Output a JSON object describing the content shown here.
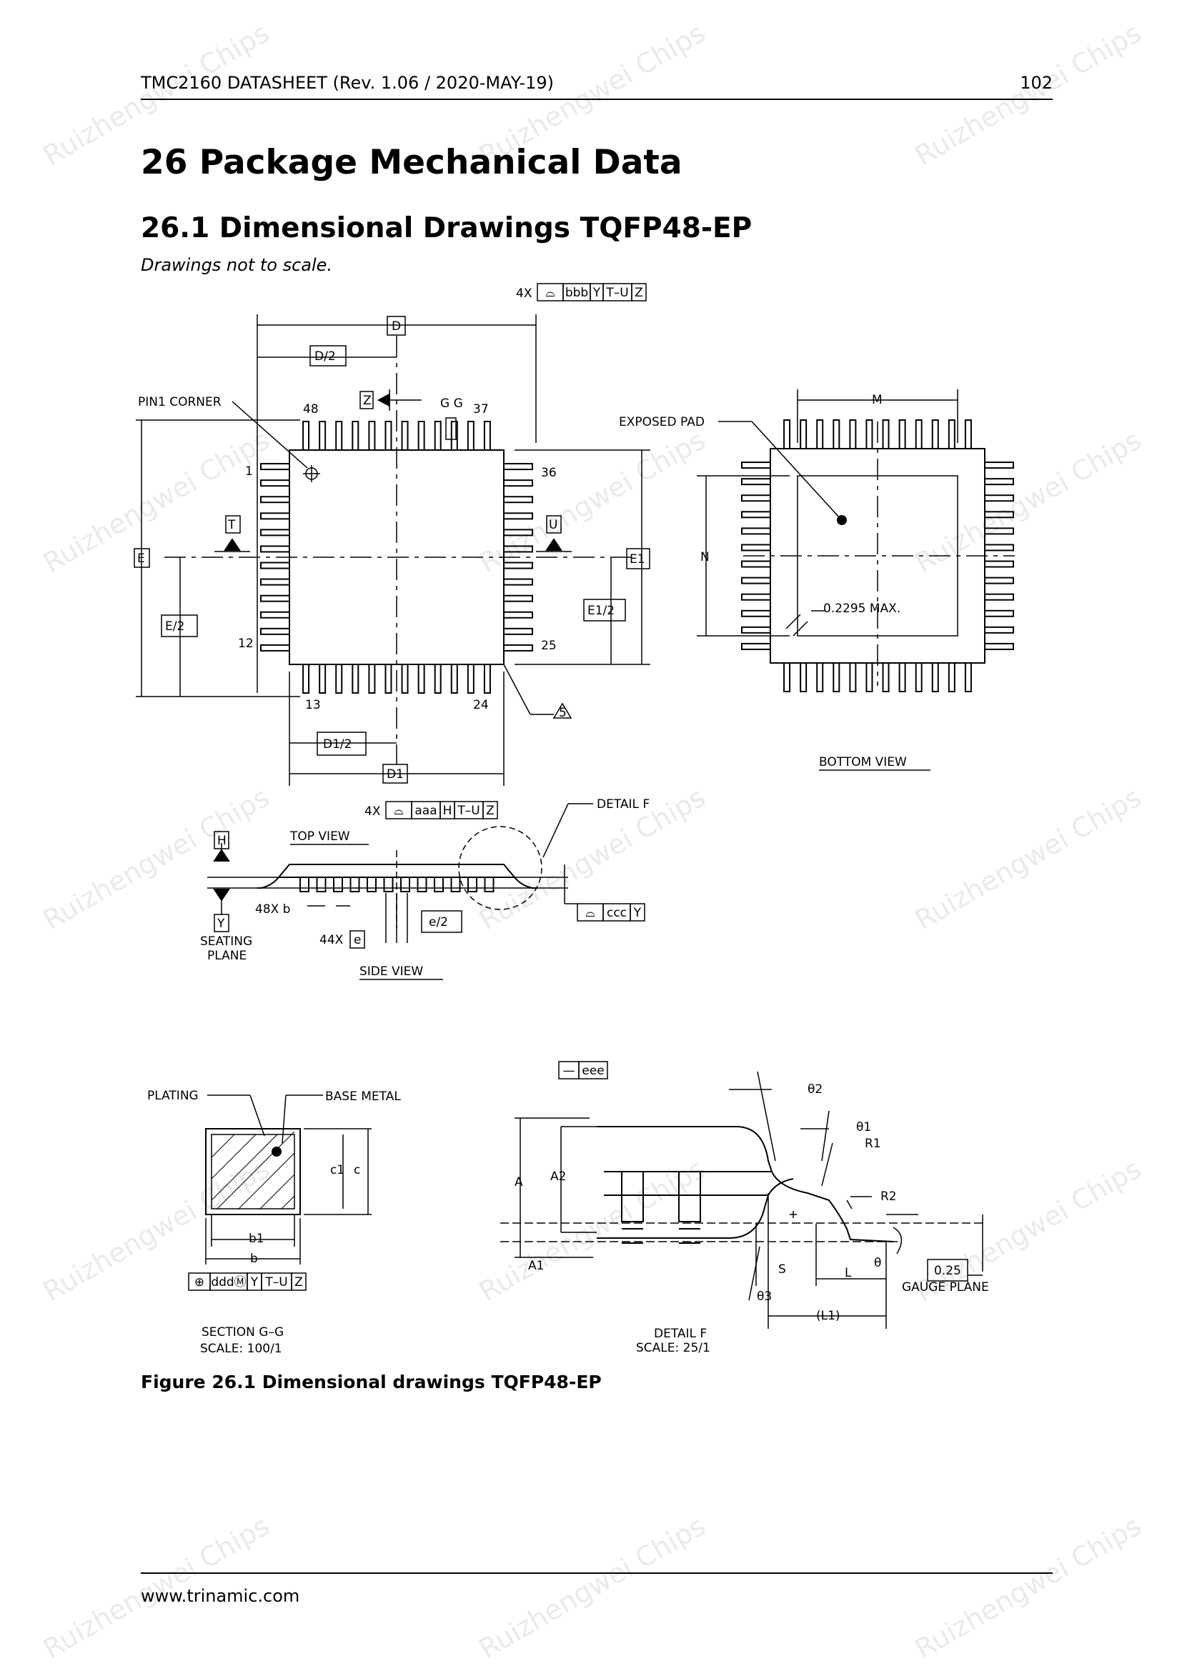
{
  "header": {
    "doc_title": "TMC2160 DATASHEET (Rev. 1.06 / 2020-MAY-19)",
    "page_number": "102"
  },
  "section": {
    "title": "26  Package Mechanical Data"
  },
  "subsection": {
    "title": "26.1 Dimensional Drawings TQFP48-EP",
    "note": "Drawings not to scale."
  },
  "drawing": {
    "top_view": "TOP VIEW",
    "bottom_view": "BOTTOM VIEW",
    "side_view": "SIDE VIEW",
    "section_gg": "SECTION G–G",
    "section_gg_scale": "SCALE: 100/1",
    "detail_f": "DETAIL F",
    "detail_f_scale": "SCALE: 25/1",
    "detail_f_callout": "DETAIL F",
    "pin1_corner": "PIN1 CORNER",
    "exposed_pad": "EXPOSED PAD",
    "max_note": "0.2295 MAX.",
    "seating_plane_1": "SEATING",
    "seating_plane_2": "PLANE",
    "plating": "PLATING",
    "base_metal": "BASE METAL",
    "gauge_plane": "GAUGE PLANE",
    "gauge_value": "0.25",
    "pins": {
      "p1": "1",
      "p12": "12",
      "p13": "13",
      "p24": "24",
      "p25": "25",
      "p36": "36",
      "p37": "37",
      "p48": "48"
    },
    "dims": {
      "D": "D",
      "D2": "D/2",
      "D1": "D1",
      "D12": "D1/2",
      "E": "E",
      "E2": "E/2",
      "E1": "E1",
      "E12": "E1/2",
      "M": "M",
      "N": "N",
      "Z": "Z",
      "GG": "G G",
      "T": "T",
      "U": "U",
      "H": "H",
      "Y": "Y",
      "b48": "48X  b",
      "e44": "44X",
      "e": "e",
      "e2": "e/2",
      "c1": "c1",
      "c": "c",
      "b1": "b1",
      "b": "b",
      "A": "A",
      "A1": "A1",
      "A2": "A2",
      "S": "S",
      "L": "L",
      "L1": "(L1)",
      "R1": "R1",
      "R2": "R2",
      "theta": "θ",
      "theta1": "θ1",
      "theta2": "θ2",
      "theta3": "θ3",
      "five": "5"
    },
    "frames": {
      "bbb": {
        "qty": "4X",
        "cells": [
          "⌓",
          "bbb",
          "Y",
          "T–U",
          "Z"
        ]
      },
      "aaa": {
        "qty": "4X",
        "cells": [
          "⌓",
          "aaa",
          "H",
          "T–U",
          "Z"
        ]
      },
      "ccc": {
        "qty": "",
        "cells": [
          "⌓",
          "ccc",
          "Y"
        ]
      },
      "ddd": {
        "qty": "",
        "cells": [
          "⊕",
          "dddⓂ",
          "Y",
          "T–U",
          "Z"
        ]
      },
      "eee": {
        "qty": "",
        "cells": [
          "—",
          "eee"
        ]
      }
    }
  },
  "figure": {
    "caption": "Figure 26.1 Dimensional drawings TQFP48-EP"
  },
  "footer": {
    "url": "www.trinamic.com"
  },
  "watermark": {
    "text": "Ruizhengwei Chips"
  }
}
